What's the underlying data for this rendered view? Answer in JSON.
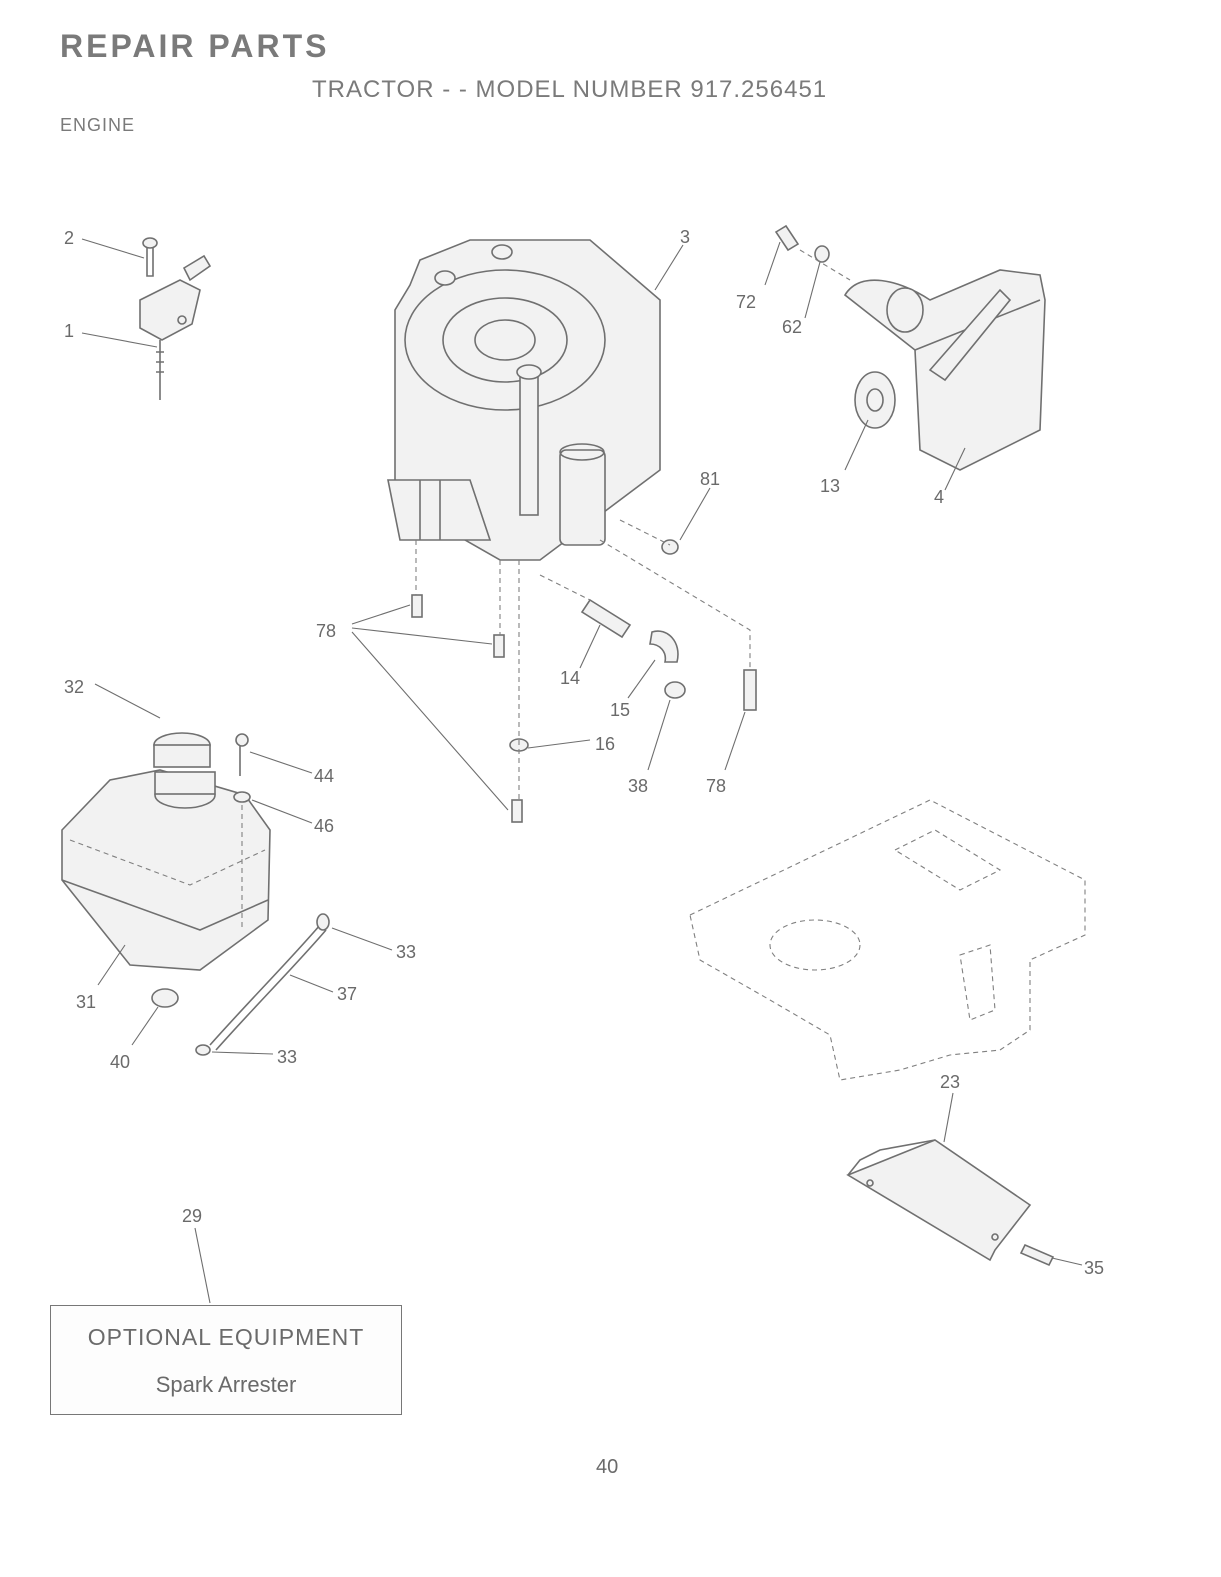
{
  "header": {
    "title": "REPAIR PARTS",
    "subtitle": "TRACTOR - - MODEL NUMBER 917.256451",
    "section": "ENGINE"
  },
  "callouts": {
    "c1": "1",
    "c2": "2",
    "c3": "3",
    "c4": "4",
    "c13": "13",
    "c14": "14",
    "c15": "15",
    "c16": "16",
    "c23": "23",
    "c29": "29",
    "c31": "31",
    "c32": "32",
    "c33a": "33",
    "c33b": "33",
    "c35": "35",
    "c37": "37",
    "c38": "38",
    "c40": "40",
    "c44": "44",
    "c46": "46",
    "c62": "62",
    "c72": "72",
    "c78a": "78",
    "c78b": "78",
    "c81": "81"
  },
  "optional_equipment": {
    "heading": "OPTIONAL EQUIPMENT",
    "item": "Spark Arrester"
  },
  "footer": {
    "page_number": "40"
  }
}
